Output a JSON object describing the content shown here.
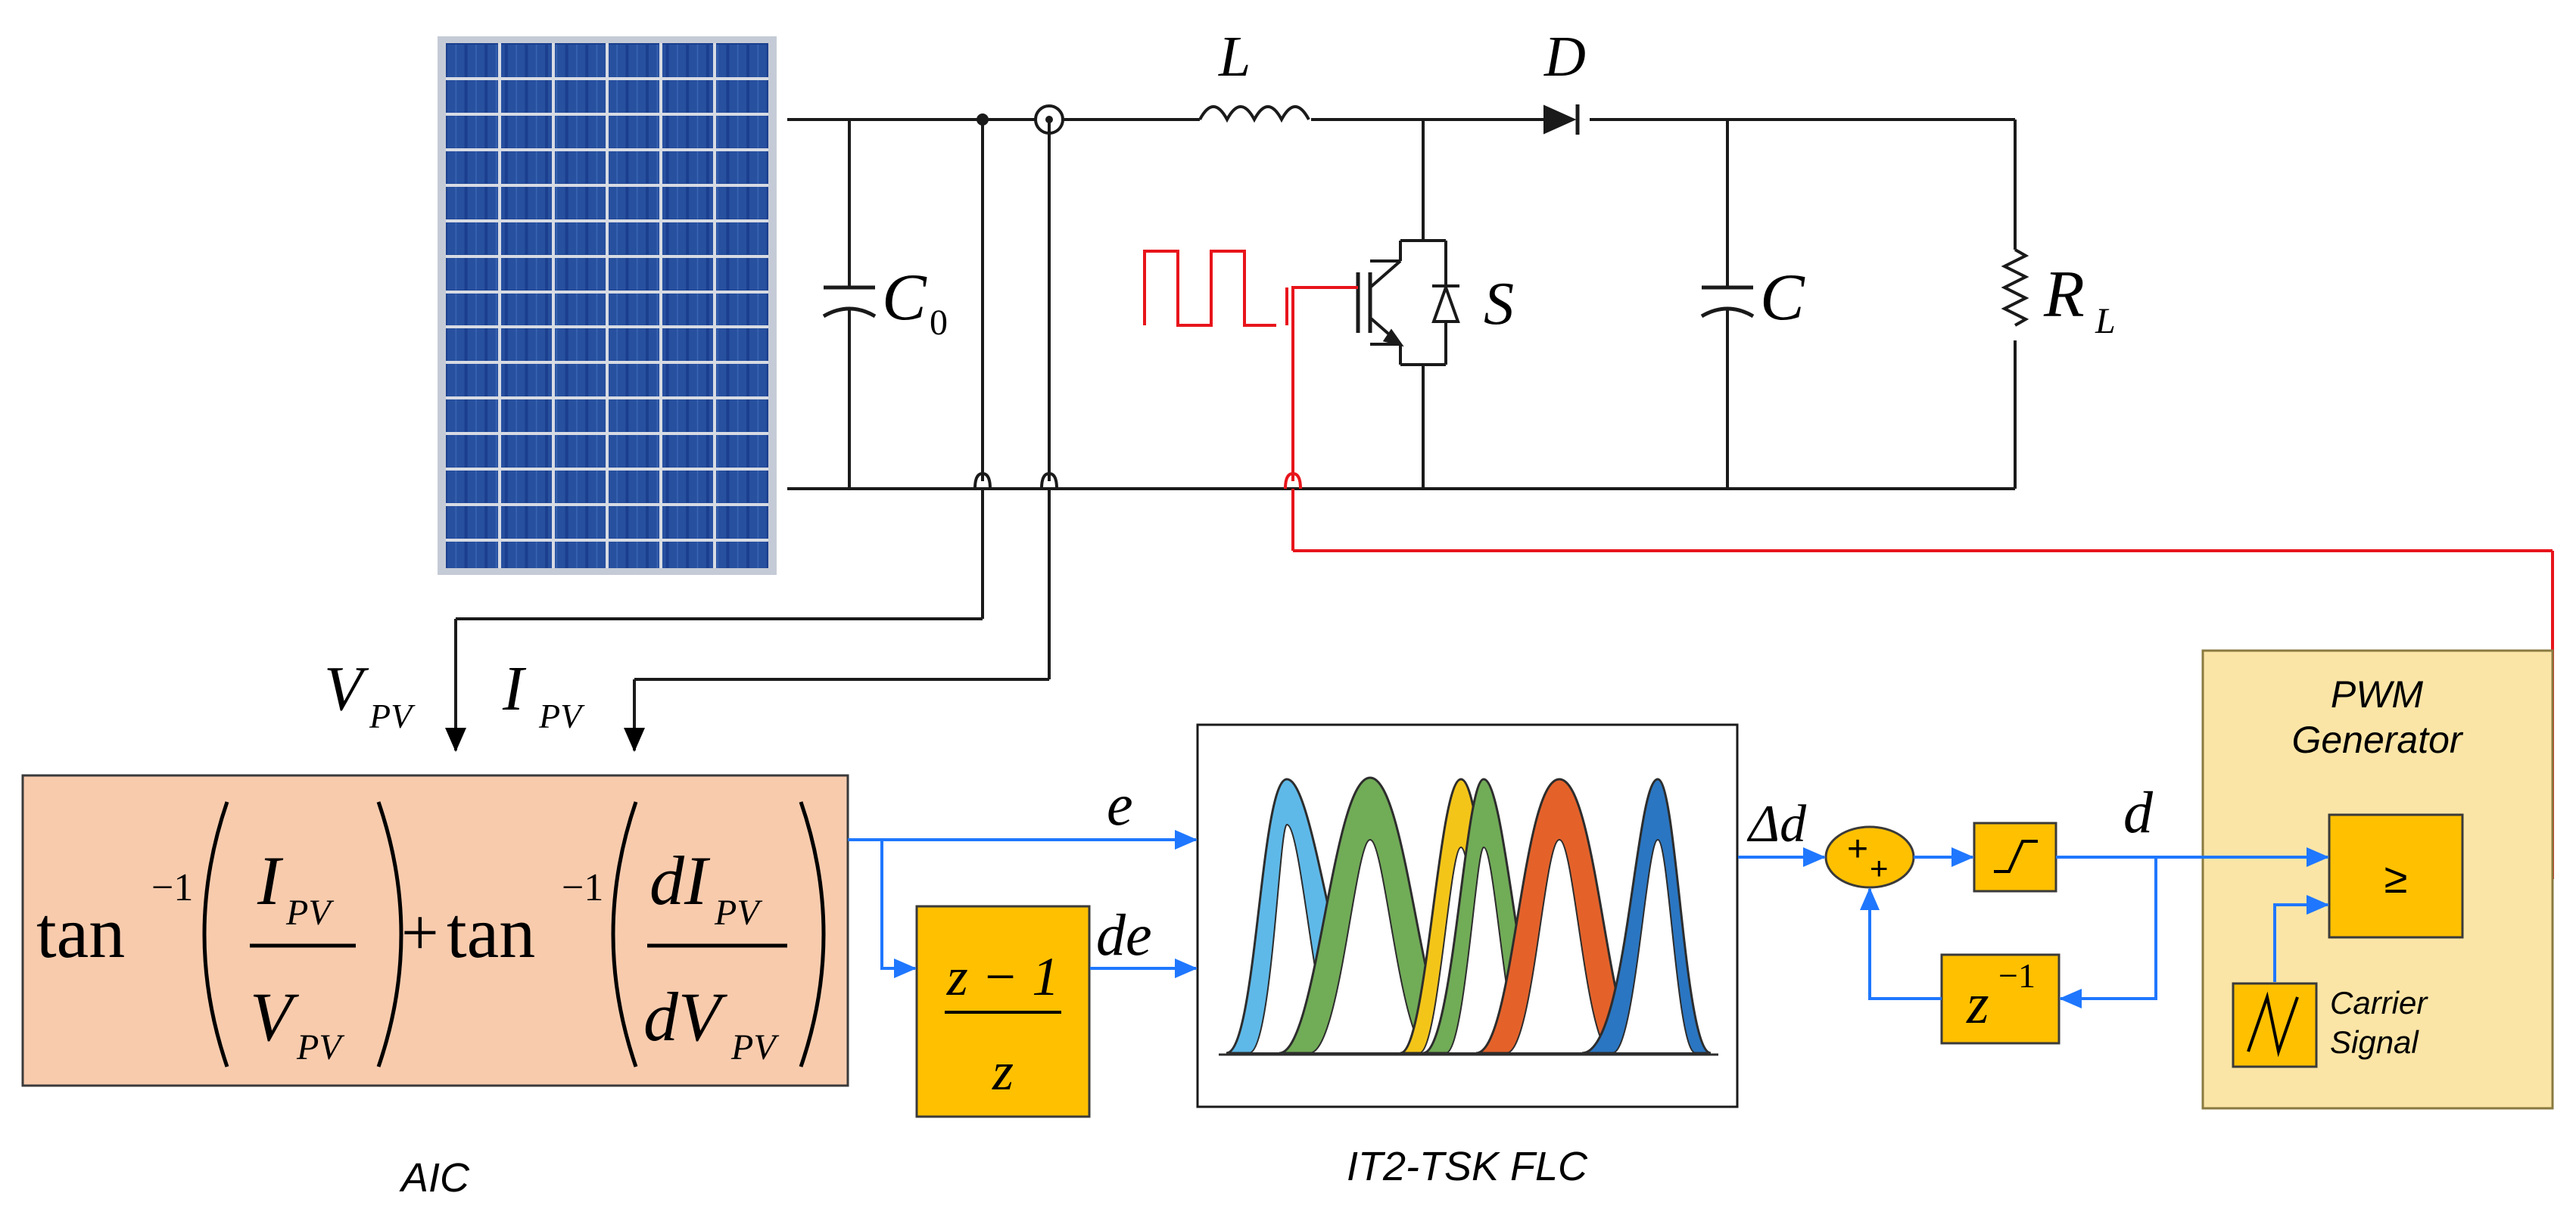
{
  "circuit": {
    "inductor_label": "L",
    "diode_label": "D",
    "switch_label": "S",
    "capacitor_in_label": "C",
    "capacitor_in_sub": "0",
    "capacitor_out_label": "C",
    "load_label": "R",
    "load_sub": "L"
  },
  "signals": {
    "vpv": "V",
    "vpv_sub": "PV",
    "ipv": "I",
    "ipv_sub": "PV",
    "e": "e",
    "de": "de",
    "delta_d": "Δd",
    "d": "d"
  },
  "aic": {
    "tan1": "tan",
    "sup": "−1",
    "plus": "+",
    "tan2": "tan",
    "num1": "I",
    "num1_sub": "PV",
    "den1": "V",
    "den1_sub": "PV",
    "num2": "dI",
    "num2_sub": "PV",
    "den2": "dV",
    "den2_sub": "PV",
    "caption": "AIC"
  },
  "diff_block": {
    "num": "z − 1",
    "den": "z"
  },
  "flc": {
    "caption": "IT2-TSK FLC"
  },
  "sum_block": {
    "sign_top": "+",
    "sign_bottom": "+"
  },
  "delay_block": {
    "base": "z",
    "sup": "−1"
  },
  "pwm": {
    "title_line1": "PWM",
    "title_line2": "Generator",
    "comparator": "≥",
    "carrier_line1": "Carrier",
    "carrier_line2": "Signal"
  },
  "colors": {
    "aic_fill": "#f8cbad",
    "block_fill": "#ffc000",
    "pwm_fill": "#fbe5a6",
    "signal_blue": "#1f77ff",
    "gate_red": "#e8141b"
  }
}
